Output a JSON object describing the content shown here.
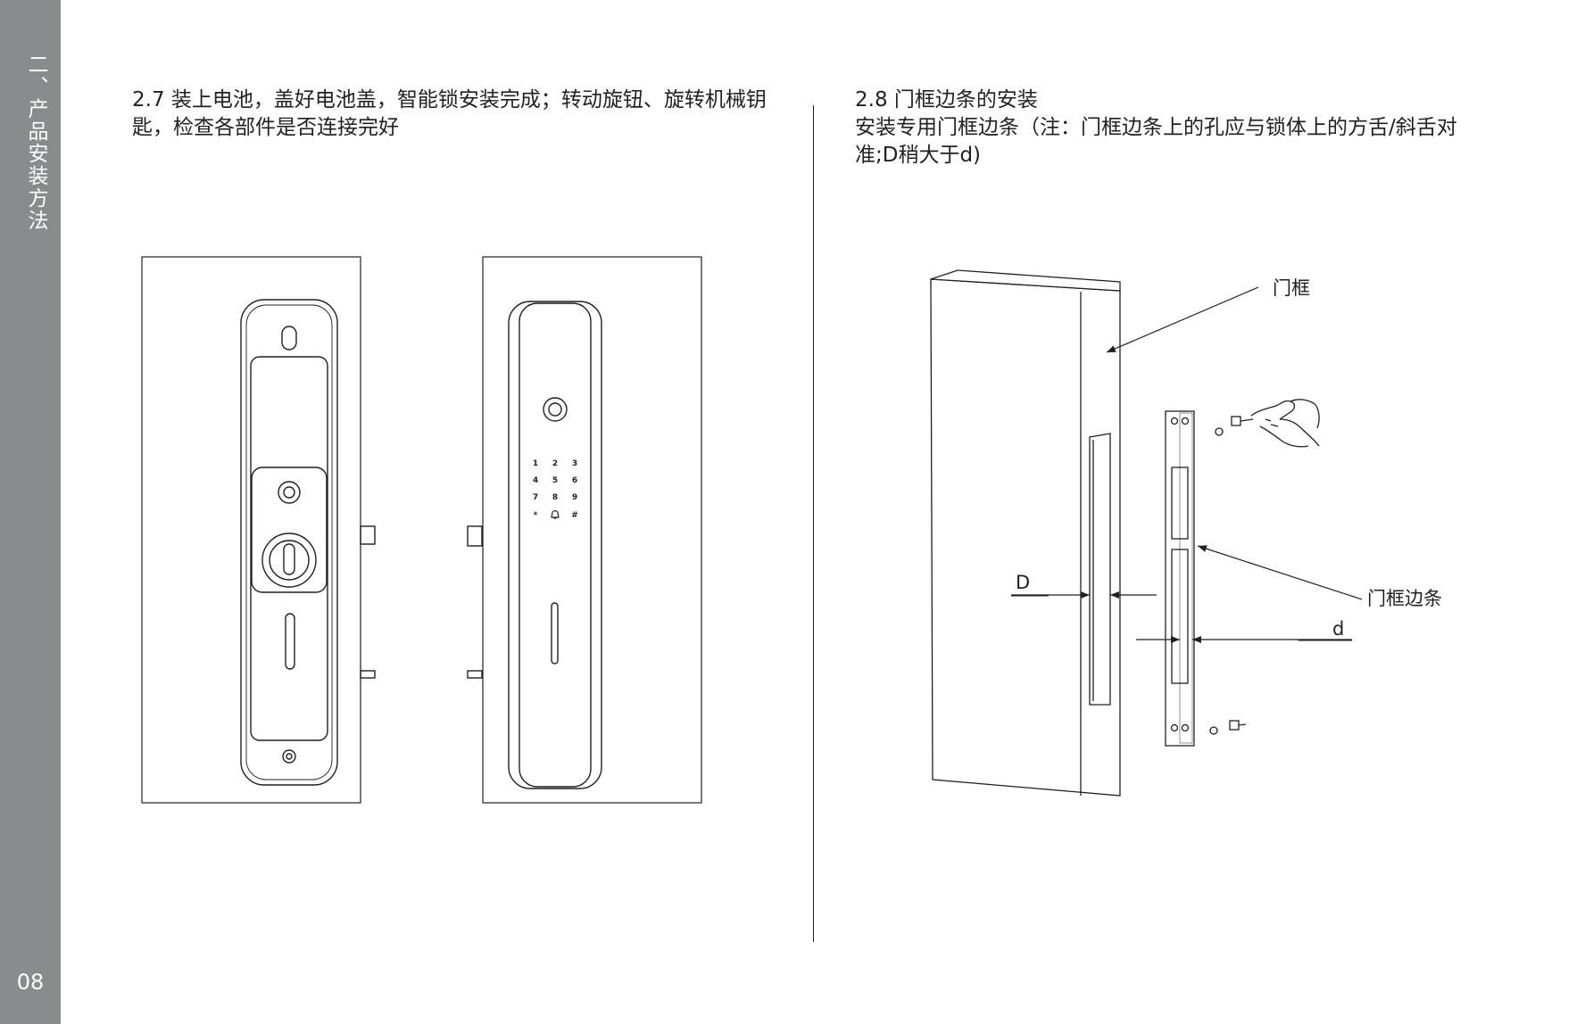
{
  "sidebar": {
    "section_title": "二、产品安装方法",
    "page_number": "08"
  },
  "step27": {
    "text": "2.7 装上电池，盖好电池盖，智能锁安装完成；转动旋钮、旋转机械钥匙，检查各部件是否连接完好"
  },
  "step28": {
    "heading": "2.8 门框边条的安装",
    "body": "安装专用门框边条（注：门框边条上的孔应与锁体上的方舌/斜舌对准;D稍大于d)"
  },
  "keypad": {
    "keys": [
      "1",
      "2",
      "3",
      "4",
      "5",
      "6",
      "7",
      "8",
      "9",
      "*",
      "",
      "#"
    ],
    "bell_icon": "bell-icon"
  },
  "diagram_labels": {
    "door_frame": "门框",
    "frame_strip": "门框边条",
    "D": "D",
    "d": "d"
  }
}
